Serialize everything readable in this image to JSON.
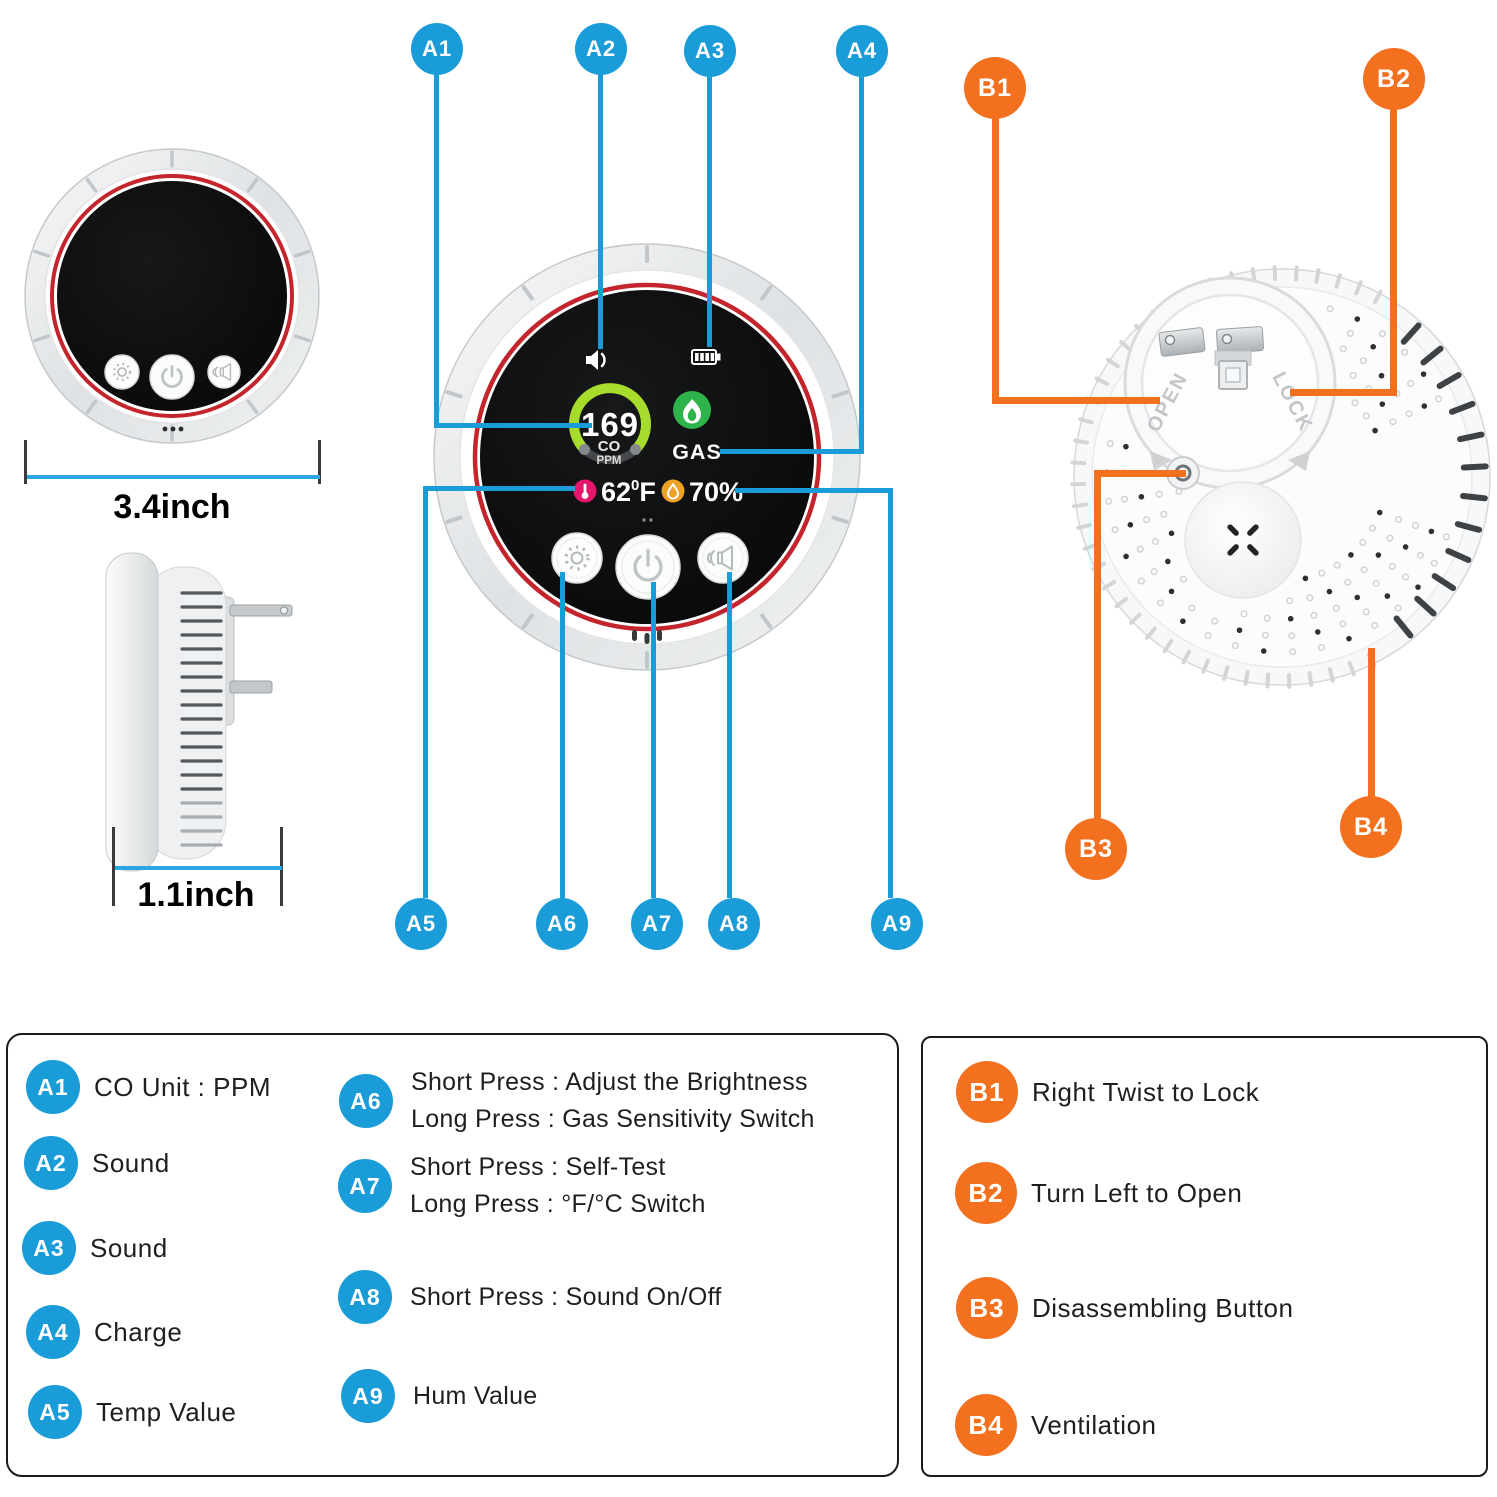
{
  "dimensions": {
    "front_width": "3.4inch",
    "side_depth": "1.1inch"
  },
  "display": {
    "co_value": "169",
    "co_label": "CO",
    "co_unit": "PPM",
    "gas_label": "GAS",
    "temp_value": "62",
    "temp_sup": "0",
    "temp_unit": "F",
    "hum_value": "70%"
  },
  "back_labels": {
    "open": "OPEN",
    "lock": "LOCK"
  },
  "callouts": {
    "a1": "A1",
    "a2": "A2",
    "a3": "A3",
    "a4": "A4",
    "a5": "A5",
    "a6": "A6",
    "a7": "A7",
    "a8": "A8",
    "a9": "A9",
    "b1": "B1",
    "b2": "B2",
    "b3": "B3",
    "b4": "B4"
  },
  "legend_a": {
    "col1": [
      {
        "id": "A1",
        "text": "CO Unit : PPM"
      },
      {
        "id": "A2",
        "text": "Sound"
      },
      {
        "id": "A3",
        "text": "Sound"
      },
      {
        "id": "A4",
        "text": "Charge"
      },
      {
        "id": "A5",
        "text": "Temp Value"
      }
    ],
    "col2": [
      {
        "id": "A6",
        "line1": "Short Press : Adjust the Brightness",
        "line2": "Long Press : Gas Sensitivity Switch"
      },
      {
        "id": "A7",
        "line1": "Short Press : Self-Test",
        "line2": "Long Press : °F/°C Switch"
      },
      {
        "id": "A8",
        "line1": "Short Press : Sound On/Off",
        "line2": ""
      },
      {
        "id": "A9",
        "line1": "Hum Value",
        "line2": ""
      }
    ]
  },
  "legend_b": [
    {
      "id": "B1",
      "text": "Right Twist to Lock"
    },
    {
      "id": "B2",
      "text": "Turn Left to Open"
    },
    {
      "id": "B3",
      "text": "Disassembling Button"
    },
    {
      "id": "B4",
      "text": "Ventilation"
    }
  ],
  "colors": {
    "callout_blue": "#1a9cd8",
    "callout_orange": "#f2701e",
    "red_ring": "#c4242b",
    "gauge_green": "#a8dc2c",
    "gas_green": "#2eb24a",
    "temp_pink": "#e5166b",
    "hum_amber": "#eda224",
    "dim_line_blue": "#2aa7e1"
  }
}
